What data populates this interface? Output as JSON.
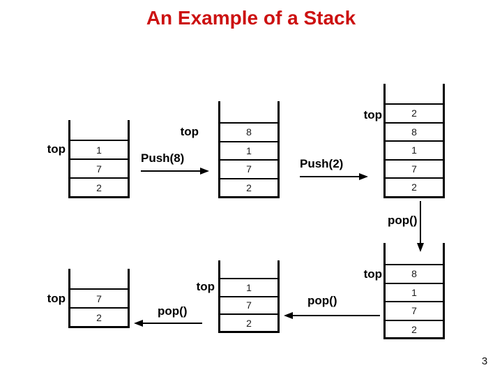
{
  "title": "An Example of a Stack",
  "colors": {
    "title": "#CC1111",
    "diagram": "#000000"
  },
  "page_number": "3",
  "labels": {
    "top": "top",
    "push8": "Push(8)",
    "push2": "Push(2)",
    "pop": "pop()"
  },
  "stacks": [
    {
      "name": "initial",
      "cells": [
        "1",
        "7",
        "2"
      ]
    },
    {
      "name": "after-push8",
      "cells": [
        "8",
        "1",
        "7",
        "2"
      ]
    },
    {
      "name": "after-push2",
      "cells": [
        "2",
        "8",
        "1",
        "7",
        "2"
      ]
    },
    {
      "name": "after-first-pop",
      "cells": [
        "8",
        "1",
        "7",
        "2"
      ]
    },
    {
      "name": "after-second-pop",
      "cells": [
        "1",
        "7",
        "2"
      ]
    },
    {
      "name": "after-third-pop",
      "cells": [
        "7",
        "2"
      ]
    }
  ]
}
